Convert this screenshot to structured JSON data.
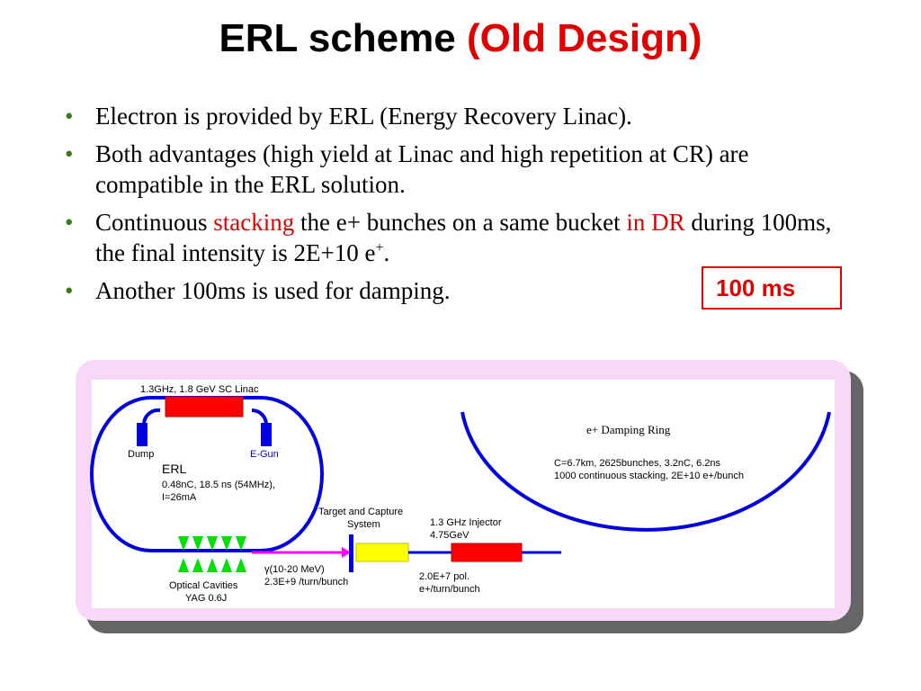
{
  "slide": {
    "title": "ERL scheme",
    "title_accent": "(Old Design)",
    "bullets": {
      "b1": "Electron is provided by ERL (Energy Recovery Linac).",
      "b2": "Both advantages (high yield at Linac and  high repetition at CR) are compatible in the ERL solution.",
      "b3_a": "Continuous ",
      "b3_red1": "stacking",
      "b3_b": " the e+ bunches on a same bucket ",
      "b3_red2": "in DR",
      "b3_c": " during 100ms, the final intensity is 2E+10 e",
      "b3_sup": "+",
      "b3_end": ".",
      "b4": "Another 100ms is used for damping."
    },
    "bullet_char": "•",
    "callout": "100 ms"
  },
  "diagram": {
    "linac": "1.3GHz, 1.8 GeV SC Linac",
    "dump": "Dump",
    "egun": "E-Gun",
    "erl_title": "ERL",
    "erl_line1": "0.48nC, 18.5 ns (54MHz),",
    "erl_line2": "I=26mA",
    "optical1": "Optical Cavities",
    "optical2": "YAG 0.6J",
    "gamma1": "γ(10-20 MeV)",
    "gamma2": "2.3E+9 /turn/bunch",
    "target1": "Target and Capture",
    "target2": "System",
    "injector1": "1.3 GHz Injector",
    "injector2": "4.75GeV",
    "pol1": "2.0E+7 pol.",
    "pol2": "e+/turn/bunch",
    "dr_title": "e+ Damping Ring",
    "dr_line1": "C=6.7km, 2625bunches, 3.2nC, 6.2ns",
    "dr_line2": "1000 continuous stacking, 2E+10 e+/bunch"
  },
  "colors": {
    "accent_red": "#e00000",
    "beam_blue": "#0000e0",
    "frame_pink": "#f8d8f8",
    "shadow_gray": "#666666",
    "laser_green": "#00e000",
    "gamma_magenta": "#ff00ff",
    "target_yellow": "#ffff00",
    "bullet_green": "#3a7a1a"
  }
}
